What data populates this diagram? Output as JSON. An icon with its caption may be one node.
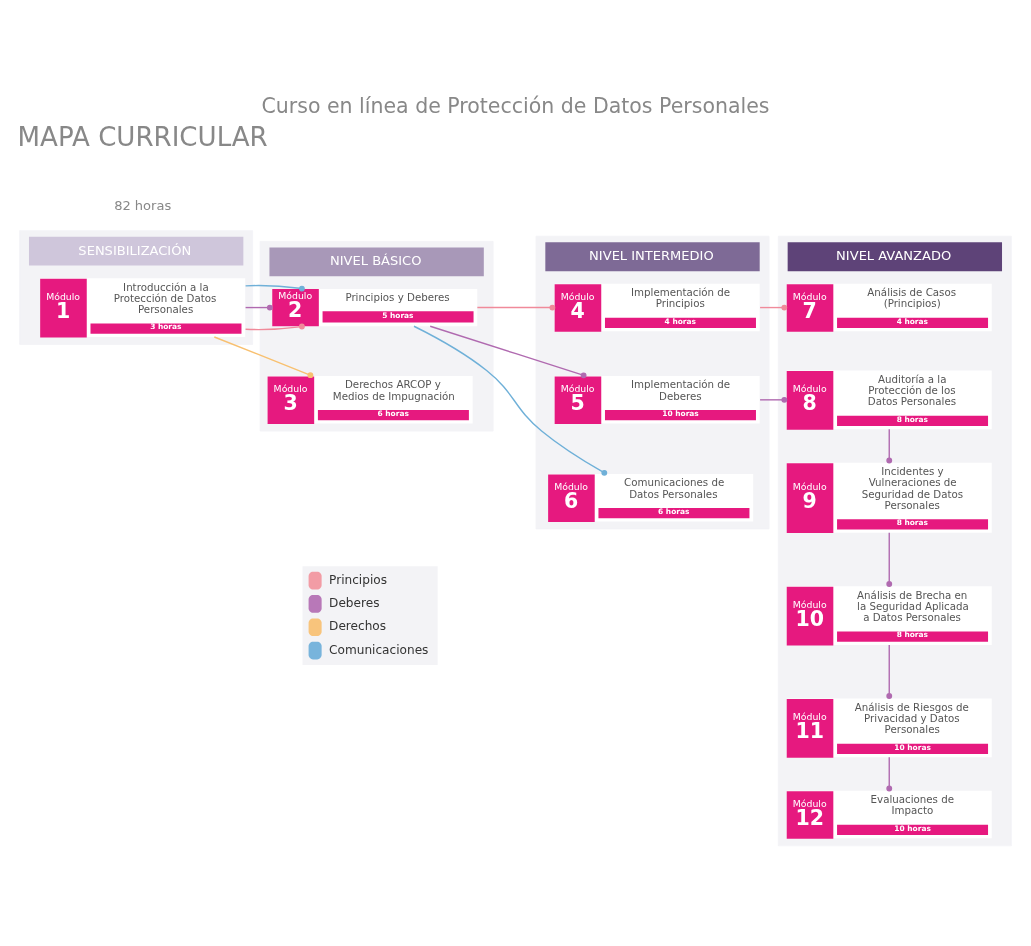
{
  "diagram": {
    "title": "Curso en línea de Protección de Datos Personales",
    "nodes": [
      {
        "text": [
          "SENSIBILIZACIÓN"
        ]
      },
      {
        "text": [
          "Módulo",
          "1",
          "Introducción a la Protección de Datos Personales",
          "3 horas"
        ],
        "in": 0
      },
      {
        "text": [
          "NIVEL BÁSICO"
        ]
      },
      {
        "text": [
          "Módulo",
          "2",
          "Principios y Deberes",
          "5 horas"
        ],
        "in": 2
      },
      {
        "text": [
          "Módulo",
          "3",
          "Derechos ARCOP y Medios de Impugnación",
          "6 horas"
        ],
        "in": 2
      },
      {
        "text": [
          "NIVEL INTERMEDIO"
        ]
      },
      {
        "text": [
          "Módulo",
          "4",
          "Implementación de Principios",
          "4 horas"
        ],
        "in": 5
      },
      {
        "text": [
          "Módulo",
          "5",
          "Implementación de Deberes",
          "10 horas"
        ],
        "in": 5
      },
      {
        "text": [
          "Módulo",
          "6",
          "Comunicaciones de Datos Personales",
          "6 horas"
        ],
        "in": 5
      },
      {
        "text": [
          "NIVEL AVANZADO"
        ]
      },
      {
        "text": [
          "Módulo",
          "7",
          "Análisis de Casos (Principios)",
          "4 horas"
        ],
        "in": 9
      },
      {
        "text": [
          "Módulo",
          "8",
          "Auditoría a la Protección de los Datos Personales",
          "8 horas"
        ],
        "in": 9
      },
      {
        "text": [
          "Módulo",
          "9",
          "Incidentes y Vulneraciones de Seguridad de Datos Personales",
          "8 horas"
        ],
        "in": 9
      },
      {
        "text": [
          "Módulo",
          "10",
          "Análisis de Brecha en la Seguridad Aplicada a Datos Personales",
          "8 horas"
        ],
        "in": 9
      },
      {
        "text": [
          "Módulo",
          "11",
          "Análisis de Riesgos de Privacidad y Datos Personales",
          "10 horas"
        ],
        "in": 9
      },
      {
        "text": [
          "Módulo",
          "12",
          "Evaluaciones de Impacto",
          "10 horas"
        ],
        "in": 9
      }
    ],
    "edges": [
      {
        "from": 1,
        "to": 3,
        "arrow": "other",
        "color": "#f08a9a"
      },
      {
        "from": 1,
        "to": 3,
        "arrow": "other"
      },
      {
        "from": 1,
        "to": 3,
        "arrow": "other",
        "color": "#6fb0d8"
      },
      {
        "from": 1,
        "to": 4,
        "arrow": "other",
        "color": "#f8c070"
      },
      {
        "from": 3,
        "to": 6,
        "arrow": "other",
        "color": "#f08a9a"
      },
      {
        "from": 3,
        "to": 7,
        "arrow": "other"
      },
      {
        "from": 3,
        "to": 8,
        "arrow": "other",
        "color": "#6fb0d8"
      },
      {
        "from": 6,
        "to": 10,
        "arrow": "other",
        "color": "#f08a9a"
      },
      {
        "from": 7,
        "to": 11,
        "arrow": "other"
      },
      {
        "from": 11,
        "to": 12,
        "arrow": "other"
      },
      {
        "from": 12,
        "to": 13,
        "arrow": "other"
      },
      {
        "from": 13,
        "to": 14,
        "arrow": "other"
      },
      {
        "from": 14,
        "to": 15,
        "arrow": "other"
      }
    ],
    "labels": [
      "MAPA CURRICULAR",
      "82 horas"
    ],
    "legend": [
      {
        "text": "Principios",
        "color": "#f29ca5"
      },
      {
        "text": "Deberes",
        "color": "#b878b8"
      },
      {
        "text": "Derechos",
        "color": "#f8c47c"
      },
      {
        "text": "Comunicaciones",
        "color": "#78b4dc"
      }
    ]
  }
}
